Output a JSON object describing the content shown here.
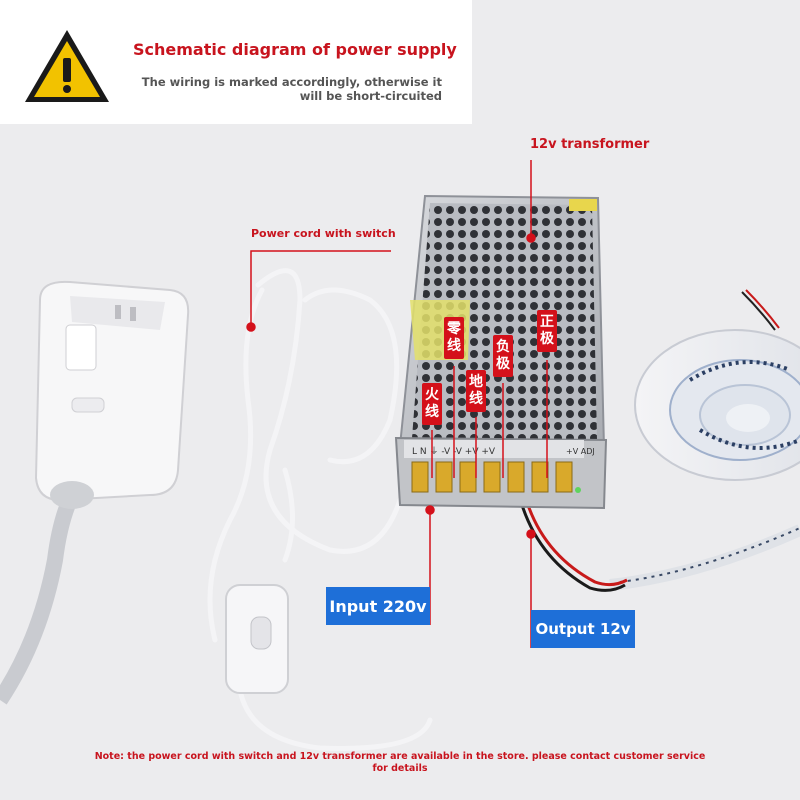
{
  "header": {
    "title": "Schematic diagram of power supply",
    "subtitle": "The wiring is marked accordingly, otherwise it will be short-circuited"
  },
  "labels": {
    "transformer": "12v transformer",
    "power_cord": "Power cord with switch",
    "input": "Input 220v",
    "output": "Output 12v"
  },
  "terminals": {
    "live": "火线",
    "neutral": "零线",
    "ground": "地线",
    "negative": "负极",
    "positive": "正极",
    "terminal_row": "L N ⏚ -V -V +V +V",
    "adj": "+V ADJ"
  },
  "note": "Note: the power cord with switch and 12v transformer are available in the store. please contact customer service for details",
  "colors": {
    "accent_red": "#c8141e",
    "tag_blue": "#1e6fd8",
    "warning_yellow": "#f2c200"
  },
  "icons": {
    "warning": "warning-triangle-icon"
  }
}
